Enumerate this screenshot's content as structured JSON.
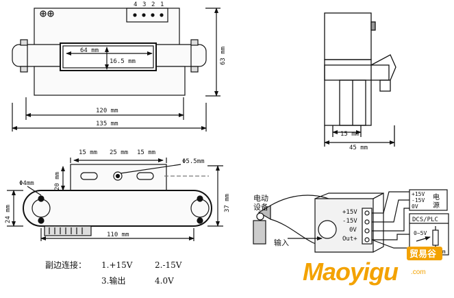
{
  "top_view": {
    "terminal_numbers": [
      "4",
      "3",
      "2",
      "1"
    ],
    "dim_opening_w": "64 mm",
    "dim_opening_h": "16.5 mm",
    "dim_height": "63 mm",
    "dim_inner": "120 mm",
    "dim_total": "135 mm"
  },
  "side_view": {
    "dim_window": "15 mm",
    "dim_width": "45 mm"
  },
  "bottom_view": {
    "dim_left": "15 mm",
    "dim_mid": "25 mm",
    "dim_right": "15 mm",
    "dim_hole_big": "Φ5.5mm",
    "dim_hole_small": "Φ4mm",
    "dim_20": "20 mm",
    "dim_24": "24 mm",
    "dim_37": "37 mm",
    "dim_110": "110 mm"
  },
  "notes": {
    "title": "副边连接：",
    "item1": "1.+15V",
    "item2": "2.-15V",
    "item3": "3.输出",
    "item4": "4.0V"
  },
  "wiring": {
    "device_label_1": "电动",
    "device_label_2": "设备",
    "input_label": "输入",
    "pin_p15": "+15V",
    "pin_m15": "-15V",
    "pin_0v": "0V",
    "pin_out": "Out+",
    "ps_p15": "+15V",
    "ps_m15": "-15V",
    "ps_0v": "0V",
    "ps_name_1": "电",
    "ps_name_2": "源",
    "dcs_label": "DCS/PLC",
    "range_label": "0~5V",
    "rm_label": "Rm"
  },
  "watermark": {
    "brand": "Maoyigu",
    "cn_text": "贸易谷",
    "url": ".com"
  }
}
